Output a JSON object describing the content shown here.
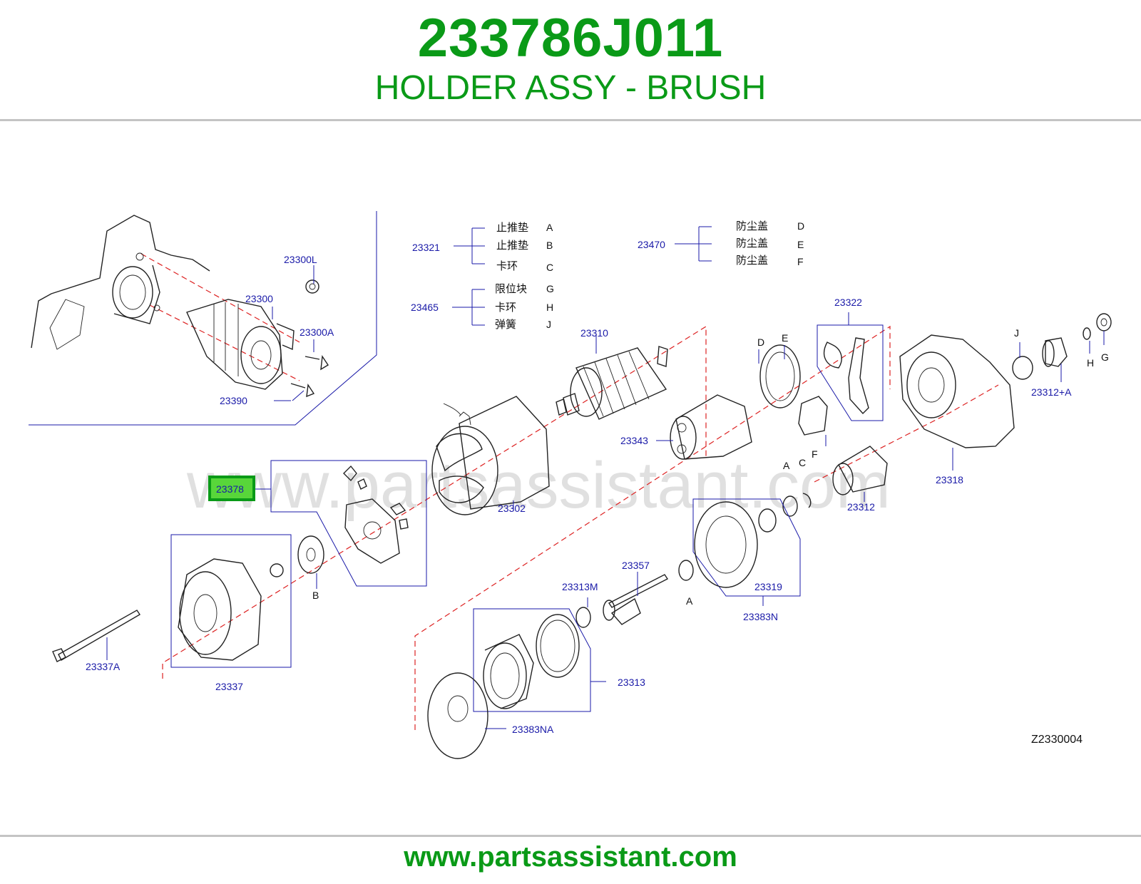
{
  "header": {
    "part_number": "233786J011",
    "part_name": "HOLDER ASSY - BRUSH"
  },
  "footer": {
    "url": "www.partsassistant.com"
  },
  "diagram": {
    "watermark": "www.partsassistant.com",
    "code": "Z2330004",
    "highlighted_callout": "23378",
    "callouts": {
      "c23300L": "23300L",
      "c23300": "23300",
      "c23300A": "23300A",
      "c23390": "23390",
      "c23321": "23321",
      "c23465": "23465",
      "c23470": "23470",
      "c23310": "23310",
      "c23322": "23322",
      "c23312A": "23312+A",
      "c23343": "23343",
      "c23302": "23302",
      "c23318": "23318",
      "c23312": "23312",
      "c23319": "23319",
      "c23383N": "23383N",
      "c23357": "23357",
      "c23313M": "23313M",
      "c23313": "23313",
      "c23383NA": "23383NA",
      "c23337A": "23337A",
      "c23337": "23337"
    },
    "legend_23321": [
      {
        "desc": "止推垫",
        "key": "A"
      },
      {
        "desc": "止推垫",
        "key": "B"
      },
      {
        "desc": "卡环",
        "key": "C"
      }
    ],
    "legend_23465": [
      {
        "desc": "限位块",
        "key": "G"
      },
      {
        "desc": "卡环",
        "key": "H"
      },
      {
        "desc": "弹簧",
        "key": "J"
      }
    ],
    "legend_23470": [
      {
        "desc": "防尘盖",
        "key": "D"
      },
      {
        "desc": "防尘盖",
        "key": "E"
      },
      {
        "desc": "防尘盖",
        "key": "F"
      }
    ],
    "letters": {
      "D": "D",
      "E": "E",
      "F": "F",
      "J": "J",
      "H": "H",
      "G": "G",
      "A1": "A",
      "C": "C",
      "A2": "A",
      "B": "B"
    }
  }
}
